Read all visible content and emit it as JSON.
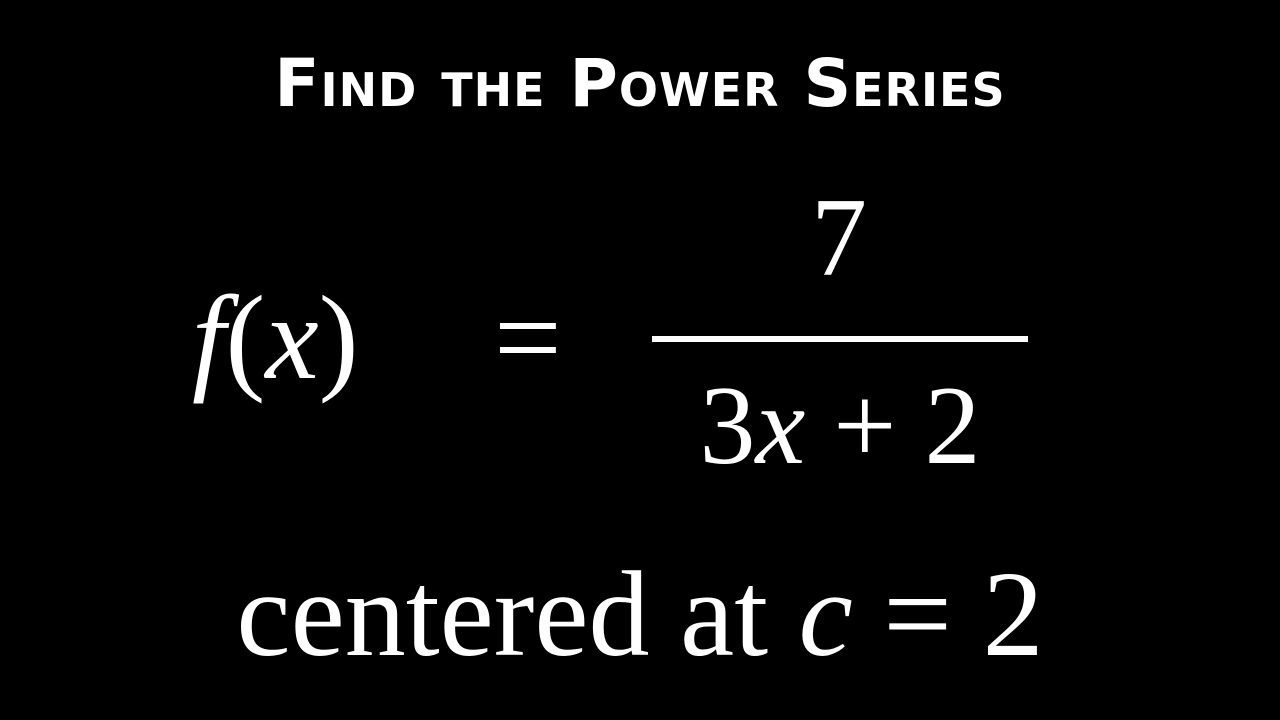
{
  "title": "Find the Power Series",
  "equation": {
    "lhs": {
      "func": "f",
      "open_paren": "(",
      "var": "x",
      "close_paren": ")"
    },
    "equals": "=",
    "numerator": "7",
    "denominator": {
      "coef": "3",
      "var": "x",
      "op": " + ",
      "const": "2"
    }
  },
  "condition": {
    "text": "centered at ",
    "var": "c",
    "equals": " = ",
    "value": "2"
  }
}
